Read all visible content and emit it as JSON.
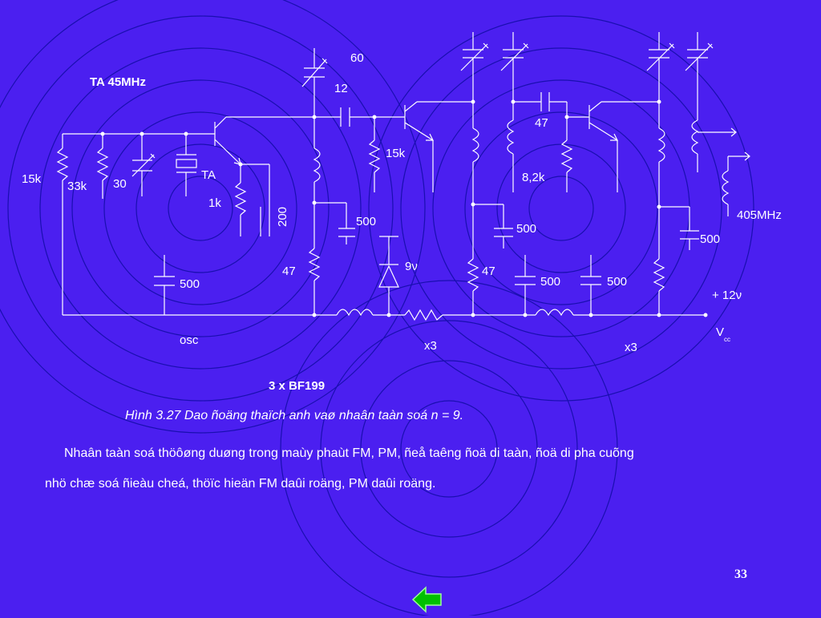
{
  "diagram": {
    "title": "TA 45MHz",
    "transistors_label": "3 x BF199",
    "labels": {
      "cap_60": "60",
      "cap_12": "12",
      "r_15k_left": "15k",
      "r_33k": "33k",
      "cap_30": "30",
      "crystal": "TA",
      "r_1k": "1k",
      "cap_200": "200",
      "r_15k_mid": "15k",
      "cap_500_a": "500",
      "cap_500_osc": "500",
      "r_47_a": "47",
      "diode_9v": "9ν",
      "r_47_b": "47",
      "cap_500_b": "500",
      "cap_47": "47",
      "r_8k2": "8,2k",
      "cap_500_c": "500",
      "cap_500_d": "500",
      "cap_500_e": "500",
      "freq_out": "405MHz",
      "supply": "+ 12ν",
      "vcc_main": "V",
      "vcc_sub": "cc",
      "stage_osc": "osc",
      "stage_x3_a": "x3",
      "stage_x3_b": "x3"
    }
  },
  "caption": "Hình 3.27 Dao ñoäng thaïch anh vaø nhaân taàn soá n = 9.",
  "body": {
    "line1": "Nhaân taàn soá thöôøng duøng trong maùy phaùt FM, PM, ñeå taêng ñoä di taàn, ñoä di pha cuõng",
    "line2": "nhö chæ soá ñieàu cheá, thöïc hieän FM daûi roäng, PM daûi roäng."
  },
  "page_number": "33",
  "nav": {
    "icon": "back-arrow-icon",
    "color": "#00c000"
  },
  "colors": {
    "background": "#4b1ff0",
    "wire": "#ffffff",
    "rings": "#1a0fb0"
  }
}
